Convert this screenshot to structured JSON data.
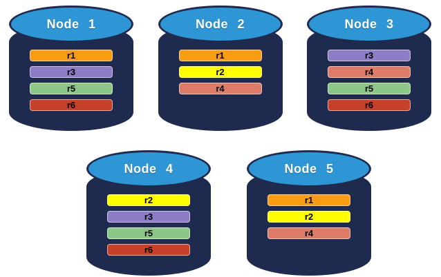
{
  "diagram": {
    "styles": {
      "cylinder_body_color": "#1E2A4E",
      "cylinder_top_color": "#2E96D4",
      "node_label_color": "#FFFFFF",
      "replica_label_color": "#000000"
    },
    "replica_colors": {
      "r1": "#F89C14",
      "r2": "#FFFF00",
      "r3": "#8C7DC6",
      "r4": "#DB7B68",
      "r5": "#8DC788",
      "r6": "#C6402A"
    },
    "nodes": [
      {
        "label": "Node 1",
        "replicas": [
          "r1",
          "r3",
          "r5",
          "r6"
        ]
      },
      {
        "label": "Node 2",
        "replicas": [
          "r1",
          "r2",
          "r4"
        ]
      },
      {
        "label": "Node 3",
        "replicas": [
          "r3",
          "r4",
          "r5",
          "r6"
        ]
      },
      {
        "label": "Node 4",
        "replicas": [
          "r2",
          "r3",
          "r5",
          "r6"
        ]
      },
      {
        "label": "Node 5",
        "replicas": [
          "r1",
          "r2",
          "r4"
        ]
      }
    ]
  }
}
